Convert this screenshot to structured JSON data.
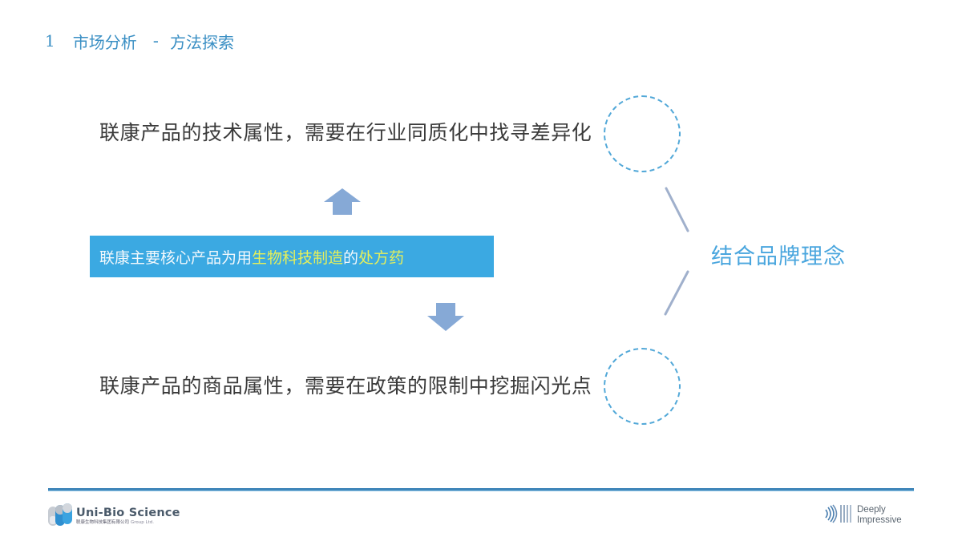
{
  "header": {
    "section_number": "1",
    "section_title": "市场分析",
    "separator": "-",
    "subtitle": "方法探索"
  },
  "statements": {
    "top": "联康产品的技术属性，需要在行业同质化中找寻差异化",
    "bottom": "联康产品的商品属性，需要在政策的限制中挖掘闪光点"
  },
  "core_box": {
    "part1": "联康主要核心产品为用",
    "highlight1": "生物科技制造",
    "part2": "的",
    "highlight2": "处方药"
  },
  "brand_concept": "结合品牌理念",
  "footer": {
    "company_name": "Uni-Bio Science",
    "company_subtitle_cn": "联康生物科技集团有限公司",
    "company_subtitle_en": "Group Ltd.",
    "tagline_line1": "Deeply",
    "tagline_line2": "Impressive"
  },
  "colors": {
    "accent_blue": "#3ba9e2",
    "highlight_yellow": "#e6f05a",
    "arrow_blue": "#86a9d6",
    "connector_gray": "#a0b0cc",
    "circle_dash": "#52a8d8",
    "header_blue": "#3a8fc4",
    "rule_blue": "#3f86b9"
  }
}
